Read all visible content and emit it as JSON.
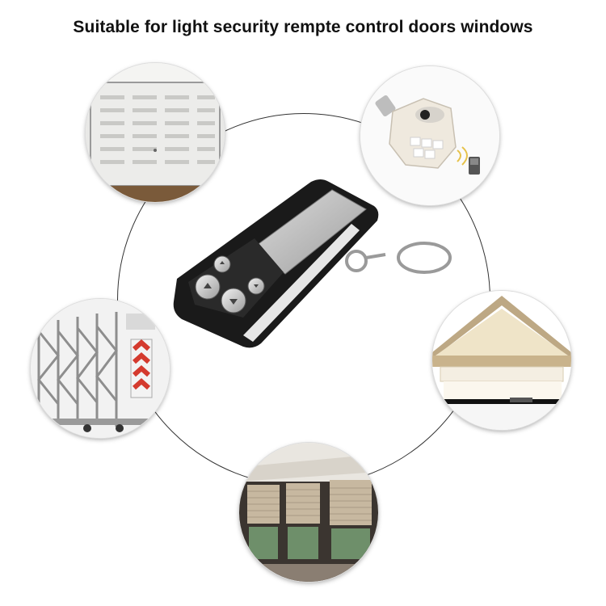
{
  "headline": "Suitable for light security rempte control doors windows",
  "applications": [
    {
      "name": "garage-door"
    },
    {
      "name": "security-light"
    },
    {
      "name": "retractable-gate"
    },
    {
      "name": "house-gable"
    },
    {
      "name": "roller-shutter-windows"
    }
  ],
  "product": {
    "name": "remote-control-key-fob",
    "buttons": 4
  }
}
